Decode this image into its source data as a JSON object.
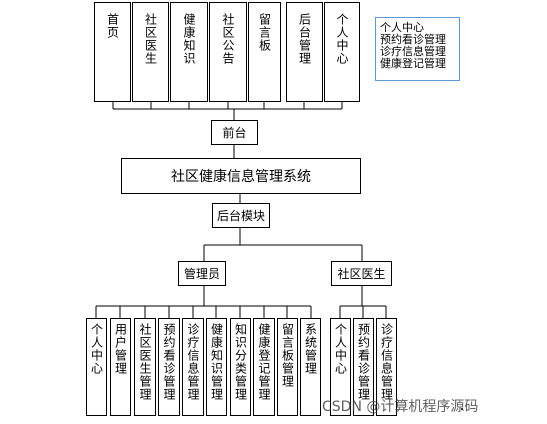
{
  "top_modules": [
    "首页",
    "社区医生",
    "健康知识",
    "社区公告",
    "留言板",
    "后台管理",
    "个人中心"
  ],
  "note_lines": [
    "个人中心",
    "预约看诊管理",
    "诊疗信息管理",
    "健康登记管理"
  ],
  "frontend": "前台",
  "system": "社区健康信息管理系统",
  "backend": "后台模块",
  "roles": {
    "admin": "管理员",
    "doctor": "社区医生"
  },
  "admin_modules": [
    "个人中心",
    "用户管理",
    "社区医生管理",
    "预约看诊管理",
    "诊疗信息管理",
    "健康知识管理",
    "知识分类管理",
    "健康登记管理",
    "留言板管理",
    "系统管理"
  ],
  "doctor_modules": [
    "个人中心",
    "预约看诊管理",
    "诊疗信息管理"
  ],
  "watermark": "CSDN @计算机程序源码"
}
